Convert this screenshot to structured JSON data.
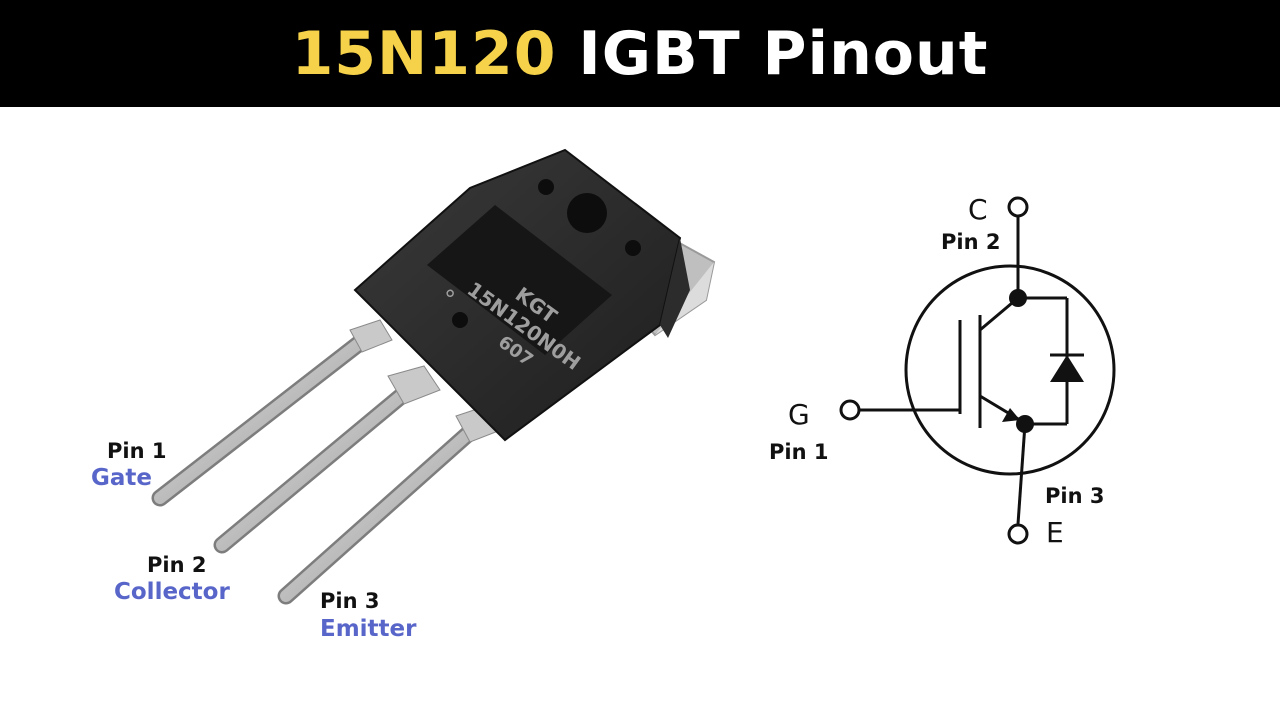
{
  "title": {
    "part_number": "15N120",
    "rest": " IGBT Pinout"
  },
  "colors": {
    "title_bg": "#000000",
    "title_accent": "#f5d24a",
    "title_text": "#ffffff",
    "pin_name": "#5865c9"
  },
  "package": {
    "marking": {
      "brand": "KGT",
      "part": "15N120N0H",
      "code": "607"
    },
    "pins": [
      {
        "number": "Pin 1",
        "name": "Gate"
      },
      {
        "number": "Pin 2",
        "name": "Collector"
      },
      {
        "number": "Pin 3",
        "name": "Emitter"
      }
    ]
  },
  "symbol": {
    "terminals": {
      "collector": "C",
      "gate": "G",
      "emitter": "E"
    },
    "pin_labels": {
      "collector": "Pin 2",
      "gate": "Pin 1",
      "emitter": "Pin 3"
    }
  }
}
